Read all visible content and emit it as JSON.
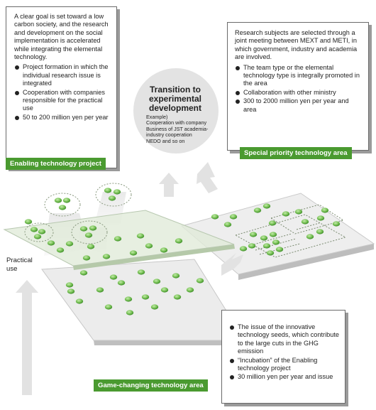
{
  "enabling": {
    "intro": "A clear goal is set toward a low carbon society, and the research and development on the social implementation is accelerated while integrating the elemental technology.",
    "bullets": [
      "Project formation in which the individual research issue is integrated",
      "Cooperation with companies responsible for the practical use",
      "50 to 200 million yen per year"
    ],
    "label": "Enabling technology project"
  },
  "special": {
    "intro": "Research subjects are selected through a joint meeting between MEXT and METI, in which government, industry and academia are involved.",
    "bullets": [
      "The team type or the elemental technology type is integrally promoted in the area",
      "Collaboration with other ministry",
      "300 to 2000 million yen per year and area"
    ],
    "label": "Special priority technology area"
  },
  "transition": {
    "title": "Transition to experimental development",
    "example_label": "Example)",
    "examples": [
      "Cooperation with company",
      "Business of JST academia-",
      "industry cooperation",
      "NEDO and so on"
    ]
  },
  "practical_use": "Practical use",
  "game_changing": {
    "bullets": [
      "The issue of the innovative technology seeds, which contribute to the large cuts in the GHG emission",
      "“Incubation” of the Enabling technology project",
      "30 million yen per year and issue"
    ],
    "label": "Game-changing technology area"
  },
  "colors": {
    "accent_green": "#4a9a30",
    "dot_green": "#6ab84a",
    "plate_gray": "#e4e4e4"
  }
}
